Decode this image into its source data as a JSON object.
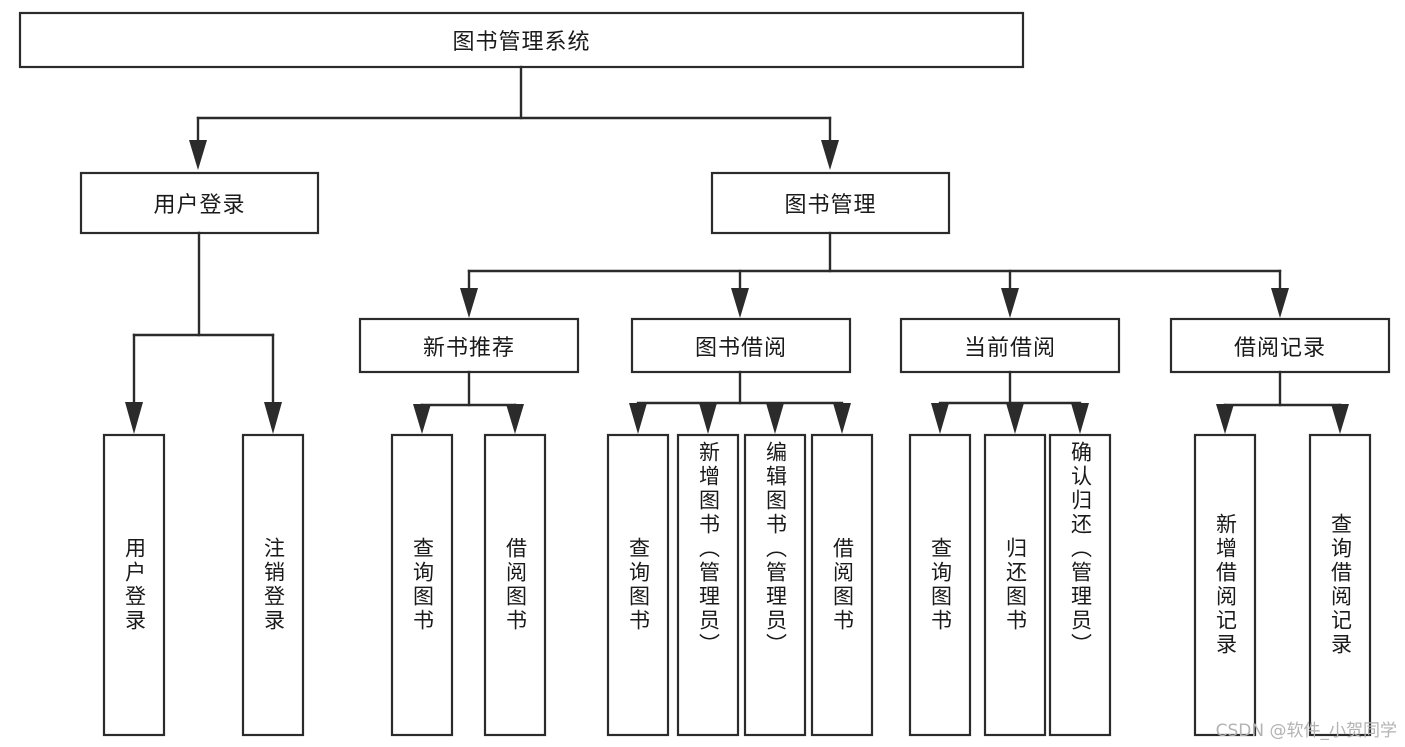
{
  "diagram": {
    "title": "图书管理系统",
    "type": "hierarchy-tree",
    "colors": {
      "box_fill": "#ffffff",
      "box_stroke": "#2b2b2b",
      "connector": "#2b2b2b",
      "text": "#1a1a1a",
      "background": "#ffffff",
      "watermark": "#b3b3b3"
    },
    "levels": {
      "root": {
        "label": "图书管理系统"
      },
      "level1": [
        {
          "label": "用户登录"
        },
        {
          "label": "图书管理"
        }
      ],
      "level2": [
        {
          "label": "新书推荐"
        },
        {
          "label": "图书借阅"
        },
        {
          "label": "当前借阅"
        },
        {
          "label": "借阅记录"
        }
      ],
      "leaves": [
        {
          "label": "用户登录",
          "parent": "用户登录"
        },
        {
          "label": "注销登录",
          "parent": "用户登录"
        },
        {
          "label": "查询图书",
          "parent": "新书推荐"
        },
        {
          "label": "借阅图书",
          "parent": "新书推荐"
        },
        {
          "label": "查询图书",
          "parent": "图书借阅"
        },
        {
          "label": "新增图书（管理员）",
          "parent": "图书借阅"
        },
        {
          "label": "编辑图书（管理员）",
          "parent": "图书借阅"
        },
        {
          "label": "借阅图书",
          "parent": "图书借阅"
        },
        {
          "label": "查询图书",
          "parent": "当前借阅"
        },
        {
          "label": "归还图书",
          "parent": "当前借阅"
        },
        {
          "label": "确认归还（管理员）",
          "parent": "当前借阅"
        },
        {
          "label": "新增借阅记录",
          "parent": "借阅记录"
        },
        {
          "label": "查询借阅记录",
          "parent": "借阅记录"
        }
      ]
    }
  },
  "watermark": {
    "text": "CSDN @软件_小贺同学"
  }
}
